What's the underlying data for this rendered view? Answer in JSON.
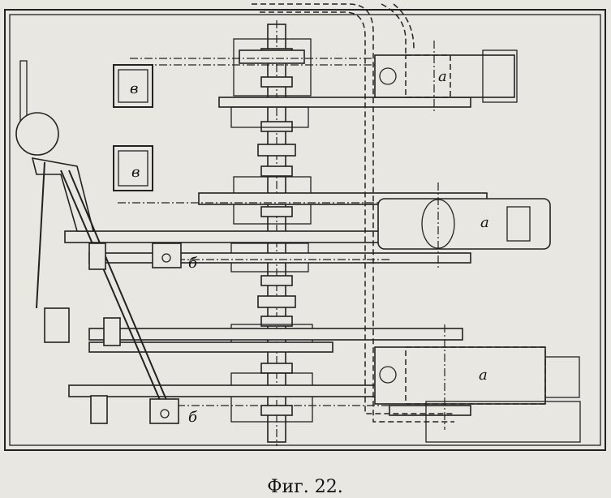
{
  "figure": {
    "labels": {
      "a1": "а",
      "a2": "а",
      "a3": "а",
      "b1": "б",
      "b2": "б",
      "v1": "в",
      "v2": "в"
    },
    "caption": "Фиг. 22."
  }
}
